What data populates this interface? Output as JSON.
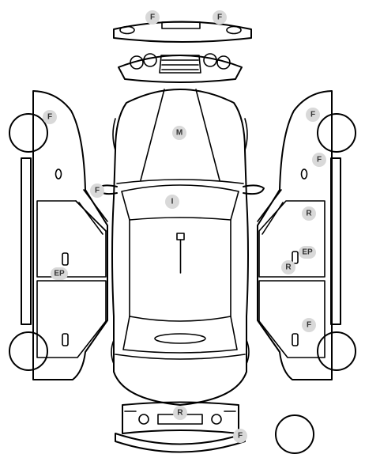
{
  "diagram": {
    "colors": {
      "line": "#000000",
      "marker_fill": "#d9d9d9",
      "marker_text": "#333333",
      "background": "#ffffff"
    },
    "markers": {
      "front_bumper_left": "F",
      "front_bumper_right": "F",
      "hood": "M",
      "left_mirror": "F",
      "windshield": "I",
      "left_front_wheel": "F",
      "left_sill": "EP",
      "right_front_wheel": "F",
      "right_front_fender": "F",
      "right_rear_door": "R",
      "right_sill_ep": "EP",
      "right_sill_r": "R",
      "right_rear_wheel": "F",
      "rear_panel": "R",
      "rear_bumper": "F"
    }
  }
}
